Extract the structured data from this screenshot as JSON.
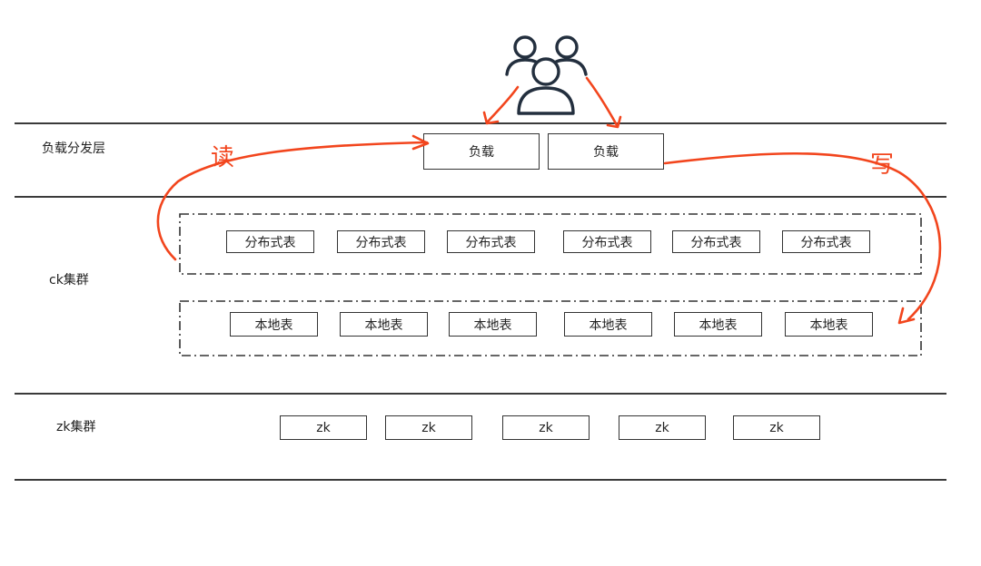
{
  "layers": {
    "lb": {
      "label": "负载分发层",
      "nodes": [
        "负载",
        "负载"
      ]
    },
    "ck": {
      "label": "ck集群",
      "distributed_tables": [
        "分布式表",
        "分布式表",
        "分布式表",
        "分布式表",
        "分布式表",
        "分布式表"
      ],
      "local_tables": [
        "本地表",
        "本地表",
        "本地表",
        "本地表",
        "本地表",
        "本地表"
      ]
    },
    "zk": {
      "label": "zk集群",
      "nodes": [
        "zk",
        "zk",
        "zk",
        "zk",
        "zk"
      ]
    }
  },
  "annotations": {
    "read": "读",
    "write": "写"
  },
  "colors": {
    "annotation": "#f2451d",
    "line": "#3a3a3a",
    "users_icon": "#232f3e"
  },
  "icons": {
    "users": "users-group-icon"
  }
}
